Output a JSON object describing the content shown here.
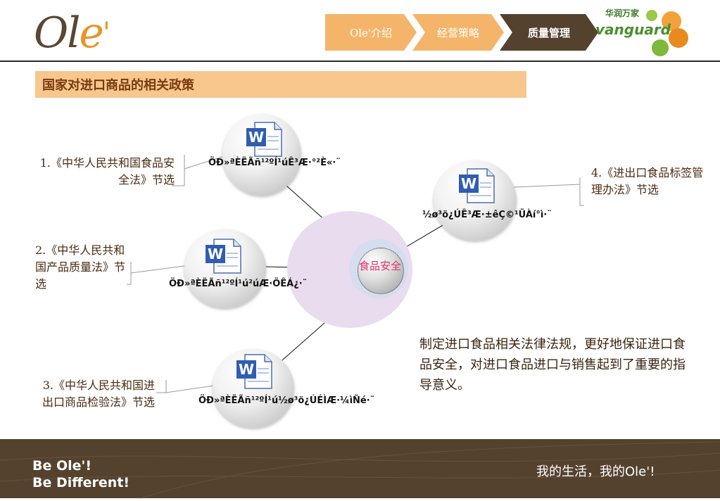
{
  "header": {
    "logo_text": "Ole'",
    "nav": [
      {
        "label": "Ole'介绍"
      },
      {
        "label": "经营策略"
      },
      {
        "label": "质量管理"
      }
    ],
    "brand_cn": "华润万家",
    "brand_en": "vanguard"
  },
  "section_title": "国家对进口商品的相关政策",
  "center_label": "食品安全",
  "policies": [
    {
      "label": "1.《中华人民共和国食品安全法》节选",
      "icon_caption": "ÖÐ»ªÈËÃñ¹²ºÍ¹úÊ³Æ·°²È«·¨"
    },
    {
      "label": "2.《中华人民共和国产品质量法》节选",
      "icon_caption": "ÖÐ»ªÈËÃñ¹²ºÍ¹ú²úÆ·ÖÊÁ¿·¨"
    },
    {
      "label": "3.《中华人民共和国进出口商品检验法》节选",
      "icon_caption": "ÖÐ»ªÈËÃñ¹²ºÍ¹ú½ø³ö¿ÚÉÌÆ·¼ìÑé·¨"
    },
    {
      "label": "4.《进出口食品标签管理办法》节选",
      "icon_caption": "½ø³ö¿ÚÊ³Æ·±êÇ©¹ÜÀí°ì·¨"
    }
  ],
  "description": "制定进口食品相关法律法规，更好地保证进口食品安全，对进口食品进口与销售起到了重要的指导意义。",
  "footer": {
    "slogan_line1": "Be Ole'!",
    "slogan_line2": "Be Different!",
    "slogan_cn": "我的生活，我的Ole'!"
  },
  "colors": {
    "nav_inactive": "#f4b56a",
    "nav_active": "#54422f",
    "title_bar": "#f7c78d",
    "footer": "#54422f",
    "center_text": "#e0306a"
  },
  "icons": [
    "word-document-icon",
    "ole-logo",
    "vanguard-logo"
  ]
}
